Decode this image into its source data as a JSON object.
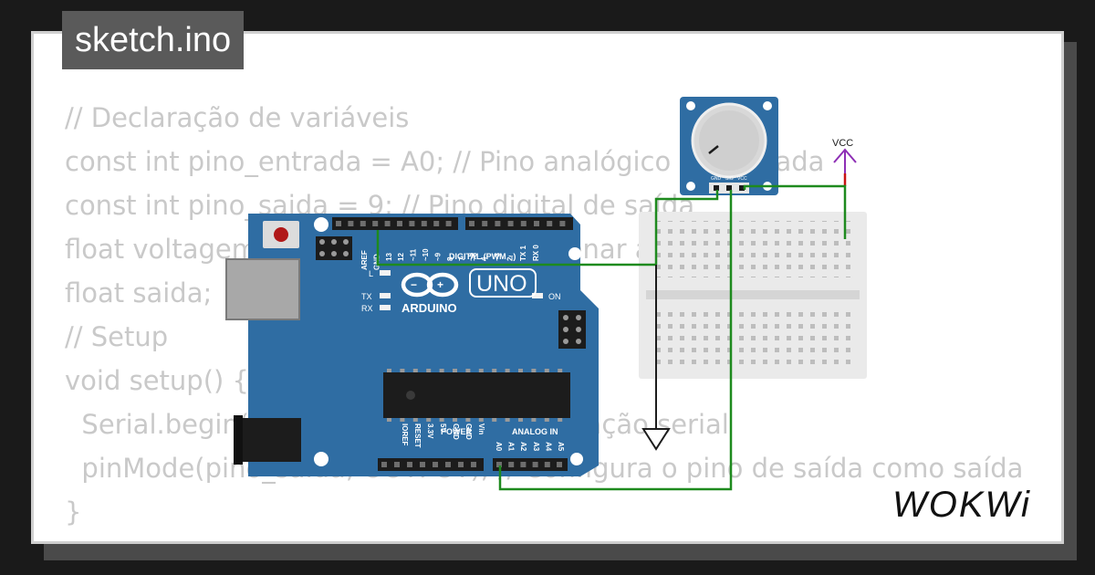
{
  "tab": {
    "filename": "sketch.ino"
  },
  "code_lines": [
    "// Declaração de variáveis",
    "const int pino_entrada = A0; // Pino analógico de entrada",
    "const int pino_saida = 9; // Pino digital de saída",
    "float voltagem; // Variável para armazenar a voltagem lida",
    "float saida;",
    "// Setup",
    "void setup() {",
    "  Serial.begin(9600); // Inicia a comunicação serial",
    "  pinMode(pino_saida, OUTPUT); // Configura o pino de saída como saída",
    "}"
  ],
  "arduino": {
    "brand": "ARDUINO",
    "model": "UNO",
    "digital_header": "DIGITAL (PWM ~)",
    "power_header": "POWER",
    "analog_header": "ANALOG IN",
    "led_labels": [
      "L",
      "TX",
      "RX"
    ],
    "on_label": "ON",
    "top_pins": [
      "AREF",
      "GND",
      "13",
      "12",
      "~11",
      "~10",
      "~9",
      "8",
      "7",
      "~6",
      "~5",
      "4",
      "~3",
      "2",
      "TX 1",
      "RX 0"
    ],
    "power_pins": [
      "IOREF",
      "RESET",
      "3.3V",
      "5V",
      "GND",
      "GND",
      "Vin"
    ],
    "analog_pins": [
      "A0",
      "A1",
      "A2",
      "A3",
      "A4",
      "A5"
    ]
  },
  "potentiometer": {
    "pins": [
      "GND",
      "SIG",
      "VCC"
    ]
  },
  "vcc_label": "VCC",
  "logo": "WOKWi",
  "colors": {
    "board": "#2f6da3",
    "wire": "#1e8a1e",
    "vcc": "#8e2fb5",
    "code": "#c9c9c9",
    "tab_bg": "#5a5a5a"
  }
}
